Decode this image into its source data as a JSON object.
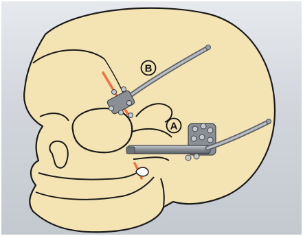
{
  "figure": {
    "labels": {
      "a": "A",
      "b": "B"
    },
    "colors": {
      "background_top": "#e6e9ed",
      "background_bottom": "#c4c9d0",
      "skull_fill": "#f4e4b4",
      "outline": "#1a1a1a",
      "suture_highlight": "#f07040",
      "device_metal": "#8a8f96"
    },
    "icons": [
      "skull-illustration",
      "distractor-device-a",
      "distractor-device-b"
    ]
  }
}
